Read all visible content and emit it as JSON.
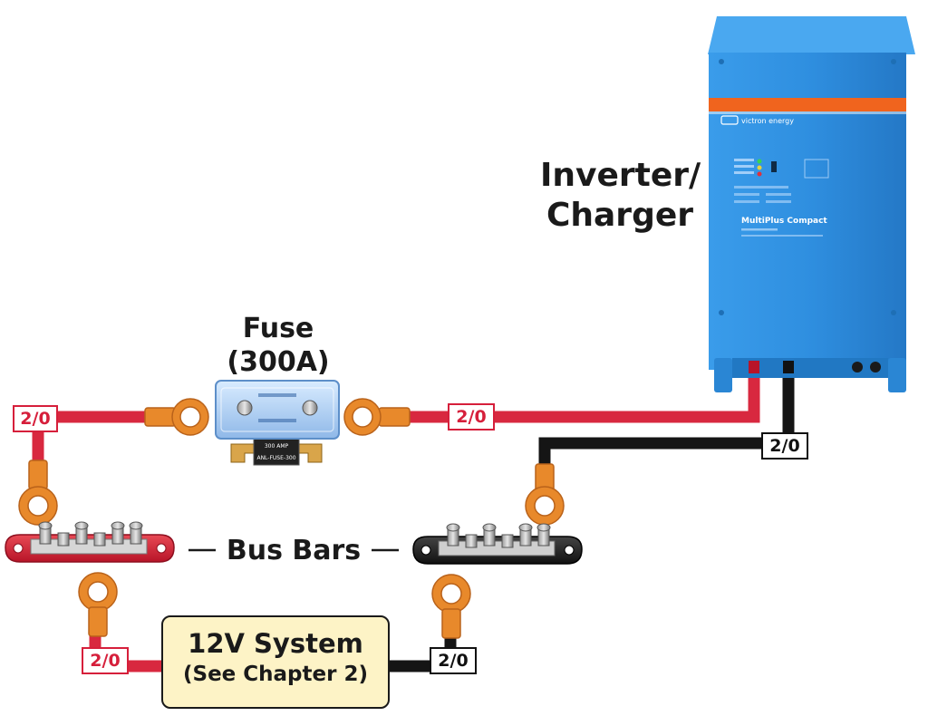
{
  "labels": {
    "inverter_line1": "Inverter/",
    "inverter_line2": "Charger",
    "fuse_title": "Fuse",
    "fuse_rating": "(300A)",
    "bus_bars": "Bus Bars",
    "system_line1": "12V System",
    "system_line2": "(See Chapter 2)"
  },
  "gauges": {
    "left_top": "2/0",
    "fuse_to_inverter": "2/0",
    "inverter_negative": "2/0",
    "system_positive": "2/0",
    "system_negative": "2/0"
  },
  "inverter": {
    "brand": "victron energy",
    "model": "MultiPlus Compact"
  },
  "fuse": {
    "element_text_1": "300 AMP",
    "element_text_2": "ANL-FUSE-300"
  },
  "colors": {
    "positive_cable": "#d8283f",
    "negative_cable": "#151515",
    "lug": "#e8892b",
    "inverter_blue": "#2f8fe0",
    "inverter_stripe": "#f0641e",
    "system_box": "#fdf3c6"
  }
}
